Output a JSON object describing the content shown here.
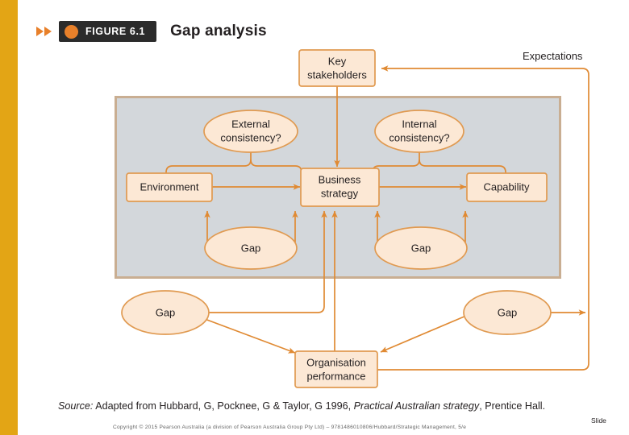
{
  "page": {
    "title": "Gap analysis",
    "figure_label": "FIGURE 6.1"
  },
  "colors": {
    "left_bar": "#E3A515",
    "chip_bg": "#2B2B2B",
    "chip_dot": "#E8802A",
    "chevron": "#E8802A",
    "title_text": "#231F20",
    "panel_fill": "#D3D7DB",
    "panel_stroke": "#C9AE92",
    "node_fill": "#FCE8D5",
    "node_stroke": "#E09A51",
    "connector": "#E08A33",
    "text": "#231F20"
  },
  "diagram": {
    "nodes": {
      "key_stakeholders": {
        "type": "box",
        "label_line1": "Key",
        "label_line2": "stakeholders"
      },
      "external_consistency": {
        "type": "ellipse",
        "label_line1": "External",
        "label_line2": "consistency?"
      },
      "internal_consistency": {
        "type": "ellipse",
        "label_line1": "Internal",
        "label_line2": "consistency?"
      },
      "environment": {
        "type": "box",
        "label": "Environment"
      },
      "business_strategy": {
        "type": "box",
        "label_line1": "Business",
        "label_line2": "strategy"
      },
      "capability": {
        "type": "box",
        "label": "Capability"
      },
      "gap_inner_left": {
        "type": "ellipse",
        "label": "Gap"
      },
      "gap_inner_right": {
        "type": "ellipse",
        "label": "Gap"
      },
      "gap_outer_left": {
        "type": "ellipse",
        "label": "Gap"
      },
      "gap_outer_right": {
        "type": "ellipse",
        "label": "Gap"
      },
      "organisation_performance": {
        "type": "box",
        "label_line1": "Organisation",
        "label_line2": "performance"
      }
    },
    "edge_labels": {
      "expectations": "Expectations"
    }
  },
  "footer": {
    "source_prefix": "Source:",
    "source_text_a": " Adapted from Hubbard, G, Pocknee, G & Taylor, G 1996, ",
    "source_text_italic": "Practical Australian strategy",
    "source_text_b": ", Prentice Hall.",
    "copyright": "Copyright © 2015 Pearson Australia (a division of Pearson Australia Group Pty Ltd) – 9781486010806/Hubbard/Strategic Management, 5/e",
    "slide": "Slide"
  }
}
